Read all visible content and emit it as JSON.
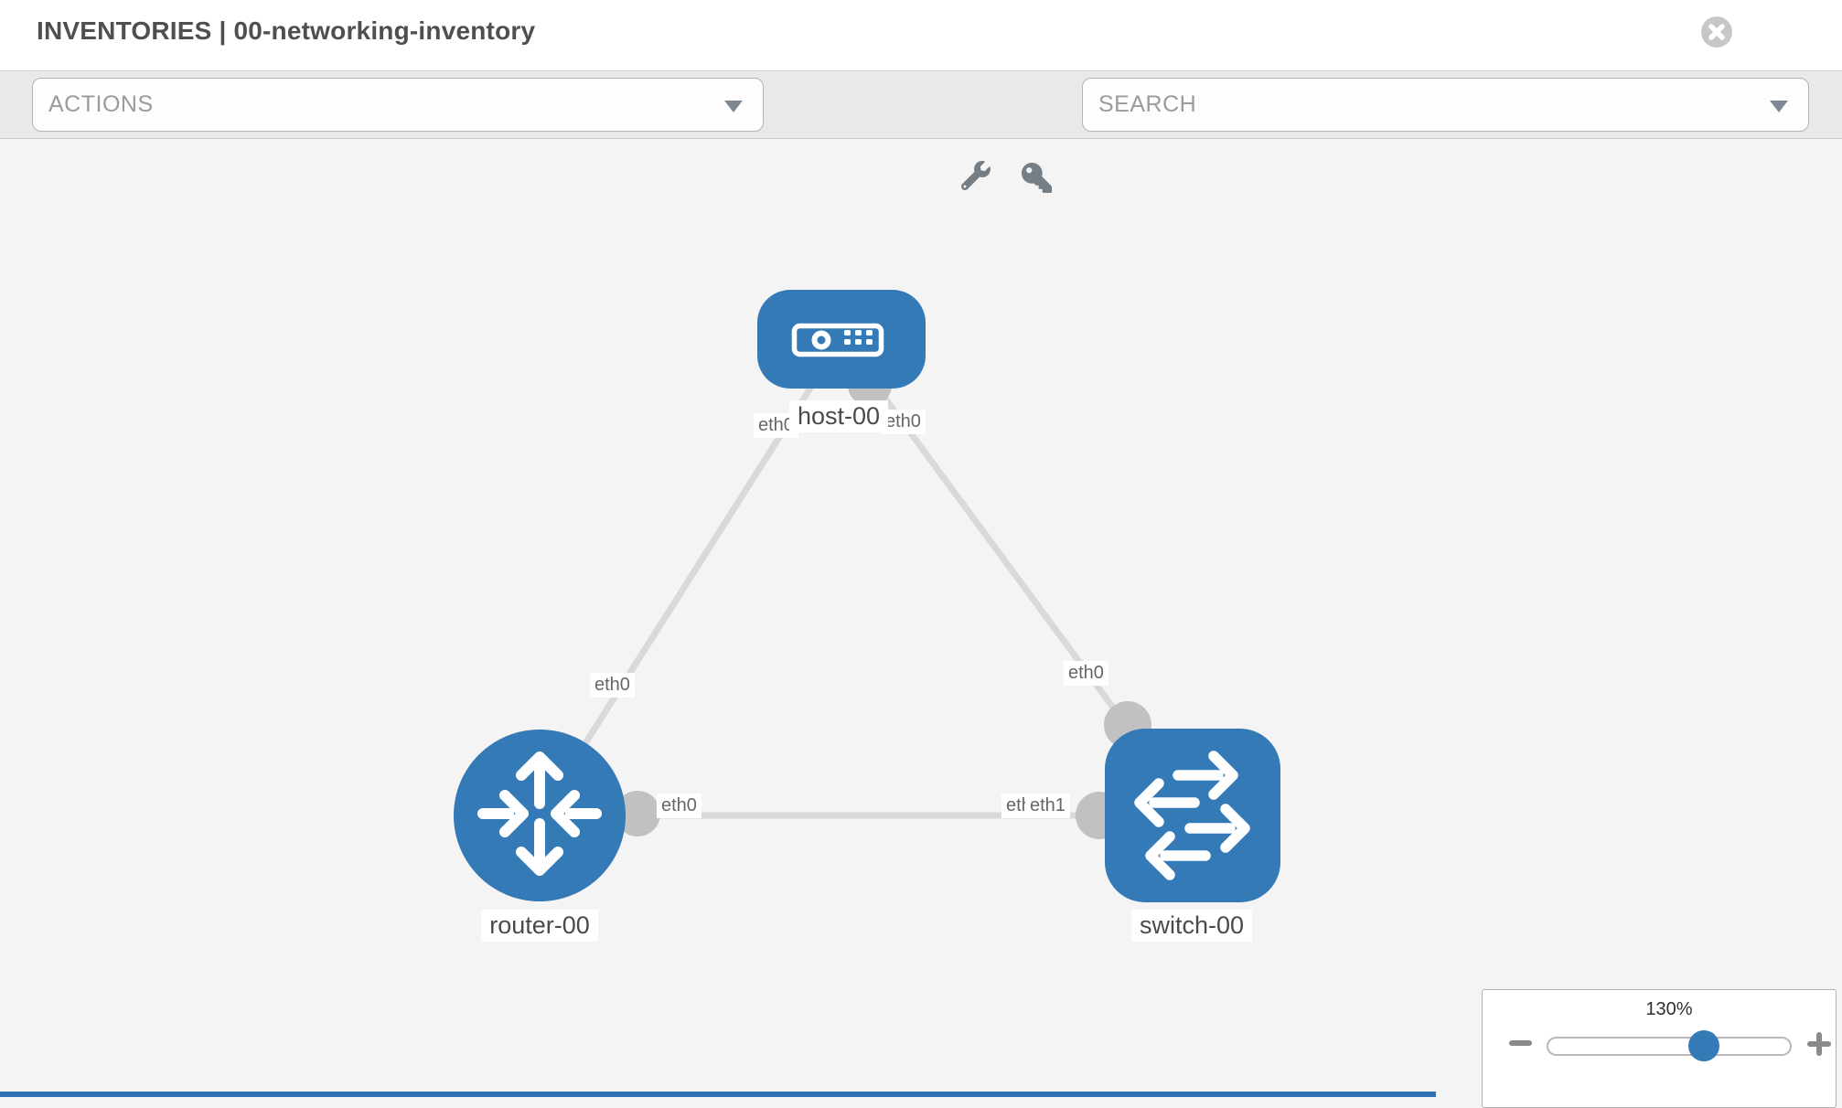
{
  "header": {
    "title": "INVENTORIES | 00-networking-inventory"
  },
  "toolbar": {
    "actions_label": "ACTIONS",
    "search_placeholder": "SEARCH"
  },
  "topology": {
    "nodes": [
      {
        "id": "host-00",
        "type": "host",
        "label": "host-00"
      },
      {
        "id": "router-00",
        "type": "router",
        "label": "router-00"
      },
      {
        "id": "switch-00",
        "type": "switch",
        "label": "switch-00"
      }
    ],
    "links": [
      {
        "from": "router-00",
        "to": "host-00",
        "from_interface": "eth0",
        "to_interface": "eth0"
      },
      {
        "from": "host-00",
        "to": "switch-00",
        "from_interface": "eth0",
        "to_interface": "eth0"
      },
      {
        "from": "router-00",
        "to": "switch-00",
        "from_interface": "eth0",
        "to_interface": "eth1"
      }
    ],
    "interface_labels": {
      "host_left": "eth0",
      "host_right": "eth0",
      "router_top": "eth0",
      "switch_top": "eth0",
      "router_right": "eth0",
      "switch_left_back": "eth0",
      "switch_left_front": "eth1"
    }
  },
  "zoom_control": {
    "level": "130%"
  },
  "icons": {
    "close": "close-icon",
    "wrench": "wrench-icon",
    "key": "key-icon",
    "caret": "chevron-down-icon",
    "zoom_out": "minus-icon",
    "zoom_in": "plus-icon"
  },
  "colors": {
    "node_blue": "#337ab7",
    "link_gray": "#d9d9d9",
    "endpoint_gray": "#c1c1c1",
    "toolbar_gray": "#e9e9e9",
    "accent_strip": "#2d70b3"
  }
}
